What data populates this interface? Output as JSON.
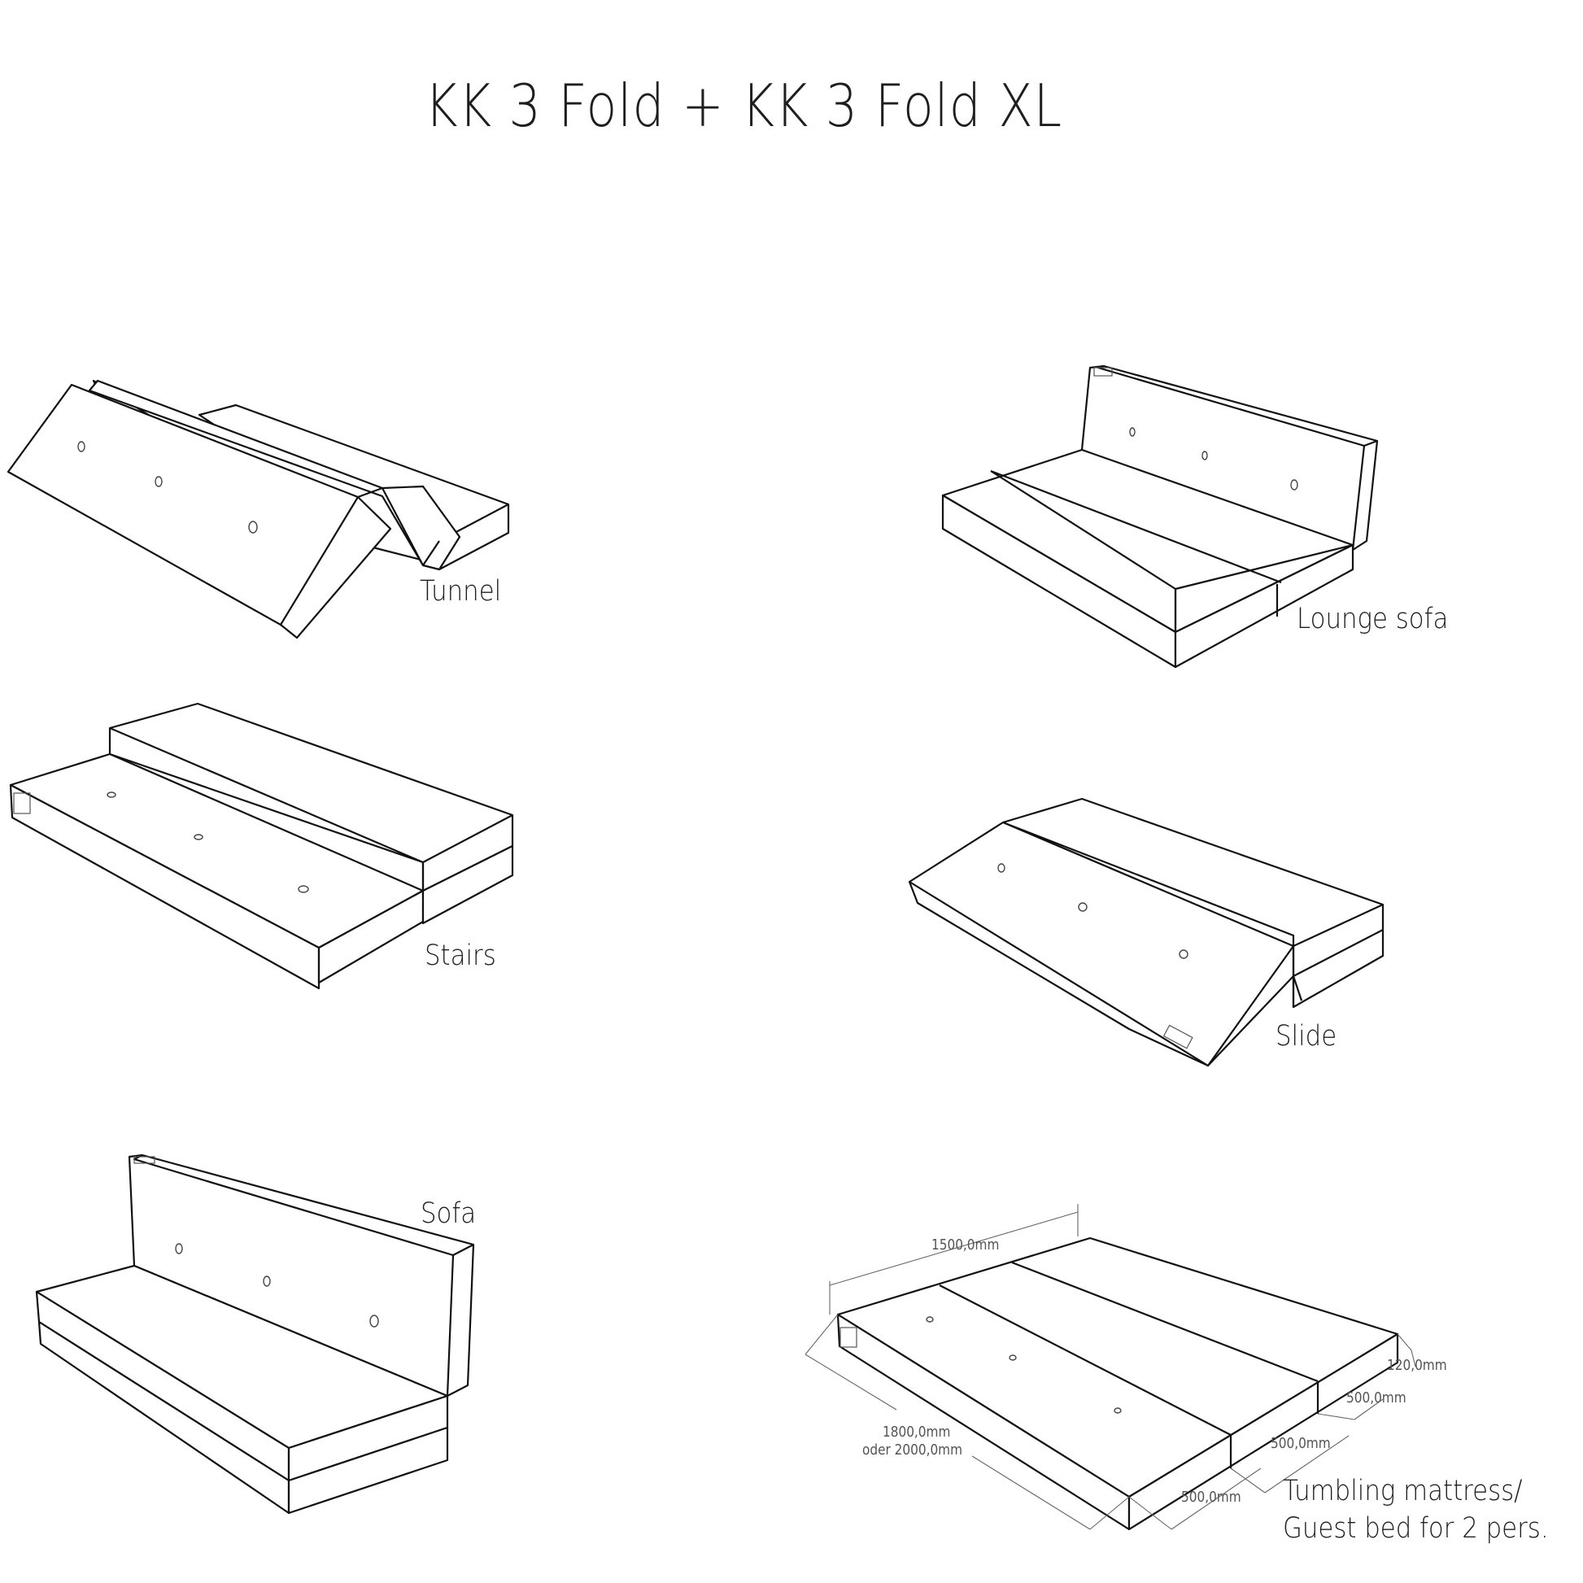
{
  "title": "KK 3 Fold + KK 3 Fold XL",
  "configurations": [
    {
      "id": "tunnel",
      "label": "Tunnel"
    },
    {
      "id": "lounge-sofa",
      "label": "Lounge sofa"
    },
    {
      "id": "stairs",
      "label": "Stairs"
    },
    {
      "id": "slide",
      "label": "Slide"
    },
    {
      "id": "sofa",
      "label": "Sofa"
    },
    {
      "id": "tumbling-mattress",
      "label_line1": "Tumbling mattress/",
      "label_line2": "Guest bed for 2 pers."
    }
  ],
  "dimensions": {
    "width": "1500,0mm",
    "length_line1": "1800,0mm",
    "length_line2": "oder 2000,0mm",
    "height": "120,0mm",
    "segment_1": "500,0mm",
    "segment_2": "500,0mm",
    "segment_3": "500,0mm"
  }
}
